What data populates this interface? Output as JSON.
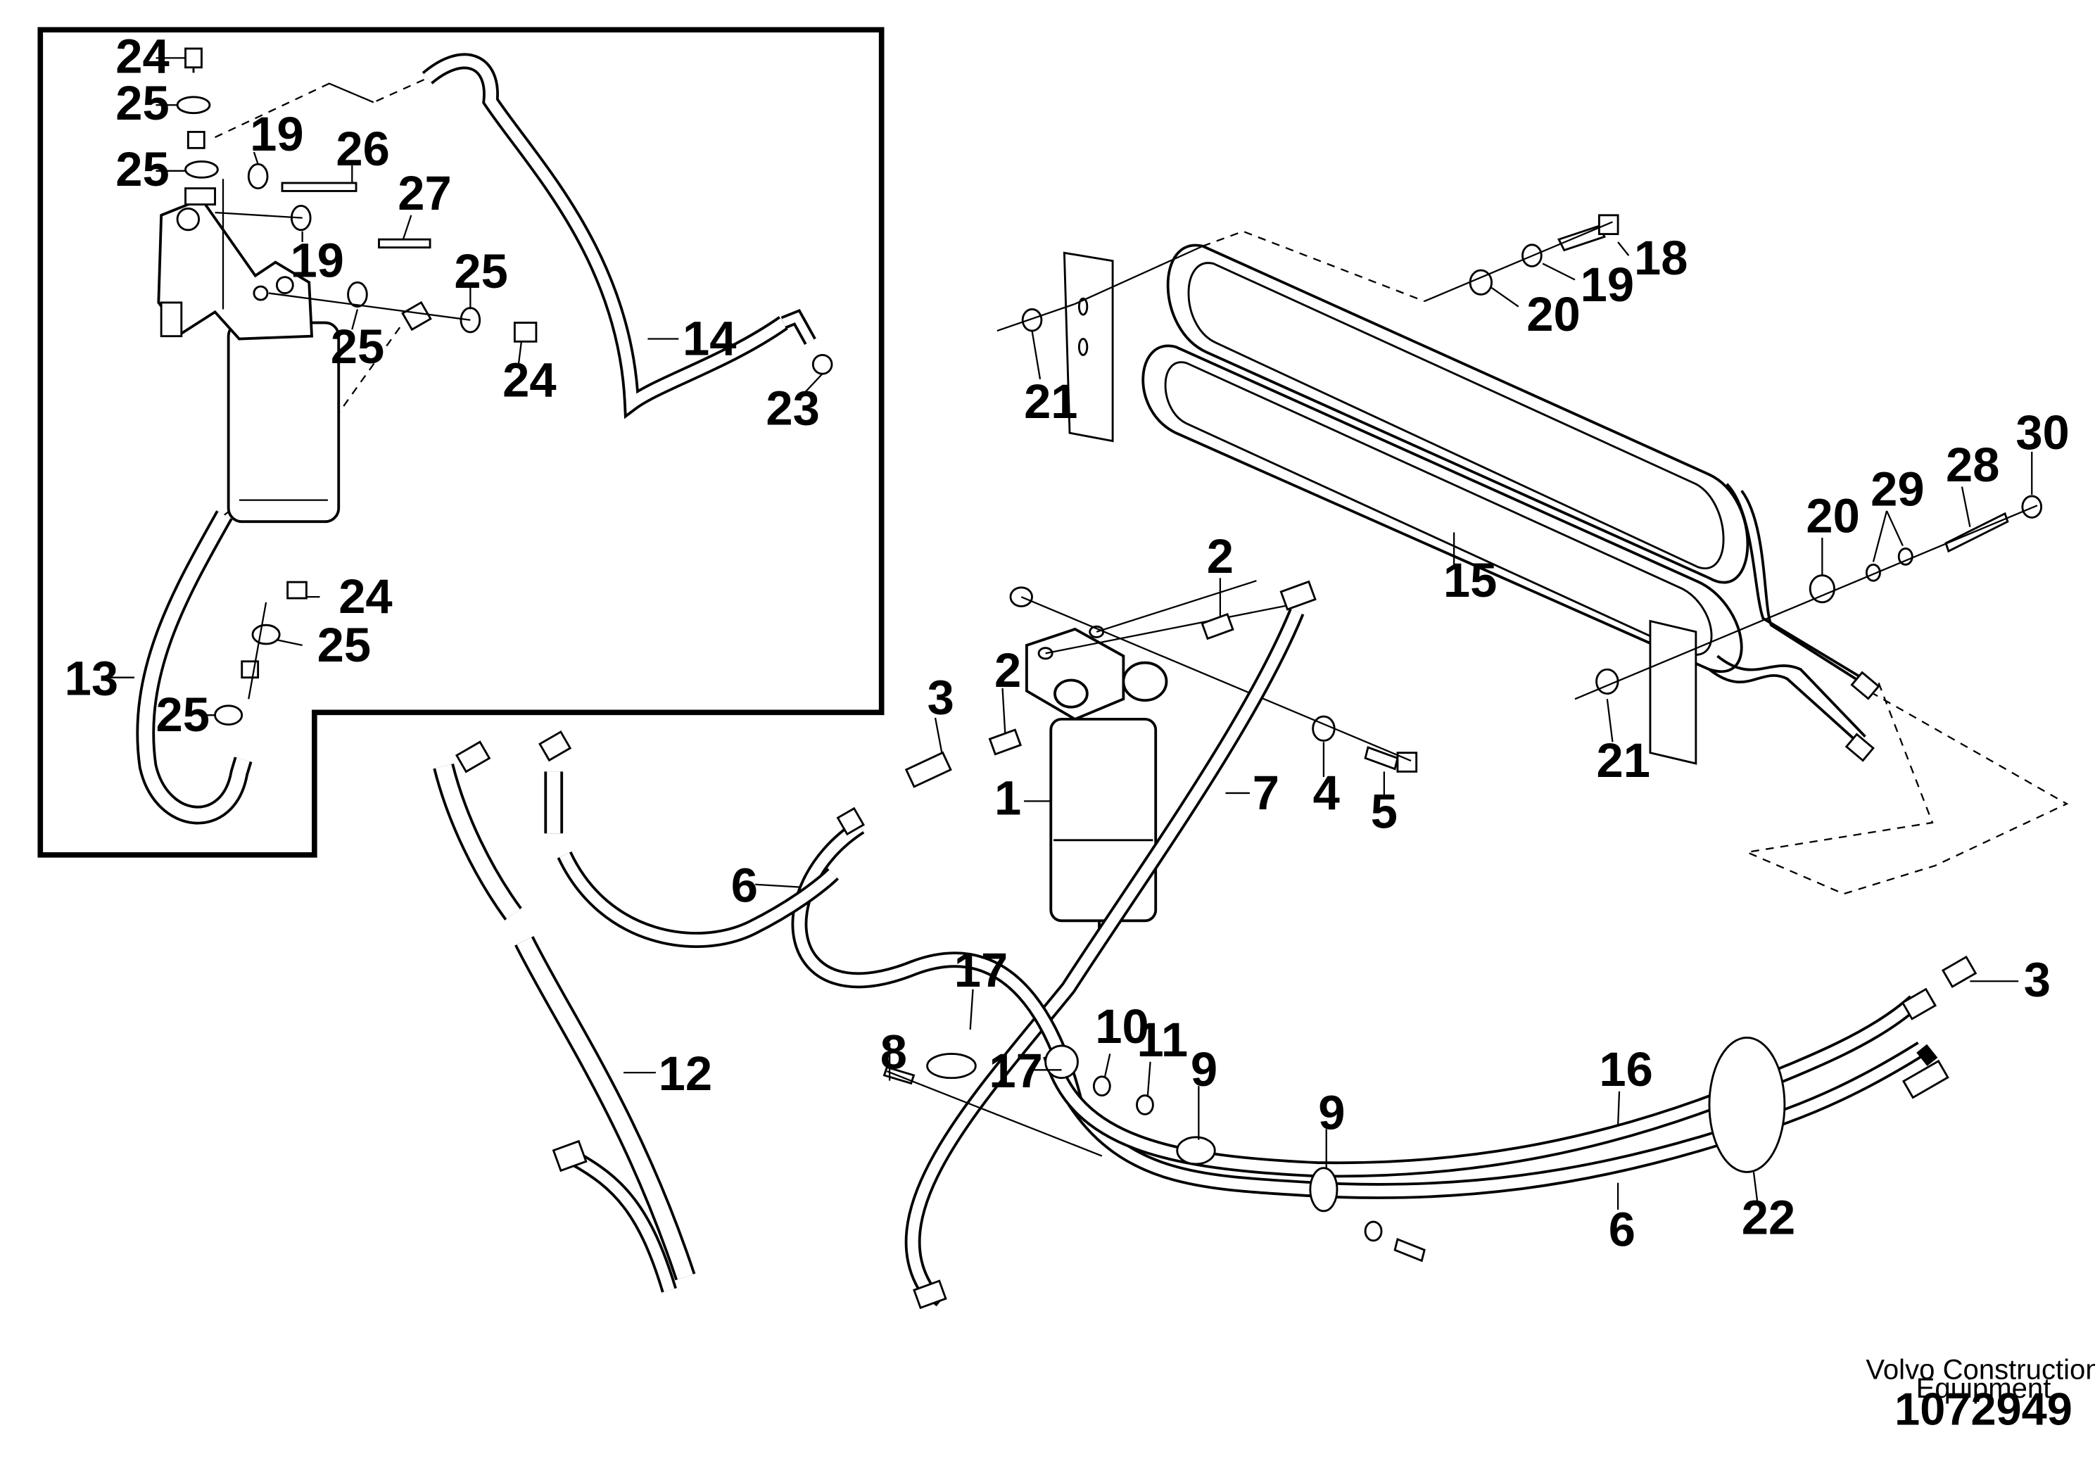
{
  "labels": {
    "l1": "1",
    "l2a": "2",
    "l2b": "2",
    "l3a": "3",
    "l3b": "3",
    "l4": "4",
    "l5": "5",
    "l6a": "6",
    "l6b": "6",
    "l7": "7",
    "l8": "8",
    "l9a": "9",
    "l9b": "9",
    "l10": "10",
    "l11": "11",
    "l12": "12",
    "l13": "13",
    "l14": "14",
    "l15": "15",
    "l16": "16",
    "l17a": "17",
    "l17b": "17",
    "l18": "18",
    "l19a": "19",
    "l19b": "19",
    "l19c": "19",
    "l20a": "20",
    "l20b": "20",
    "l21a": "21",
    "l21b": "21",
    "l22": "22",
    "l23": "23",
    "l24a": "24",
    "l24b": "24",
    "l24c": "24",
    "l25a": "25",
    "l25b": "25",
    "l25c": "25",
    "l25d": "25",
    "l25e": "25",
    "l25f": "25",
    "l26": "26",
    "l27": "27",
    "l28": "28",
    "l29": "29",
    "l30": "30"
  },
  "footer": {
    "brand_line1": "Volvo Construction",
    "brand_line2": "Equipment",
    "doc_number": "1072949"
  }
}
